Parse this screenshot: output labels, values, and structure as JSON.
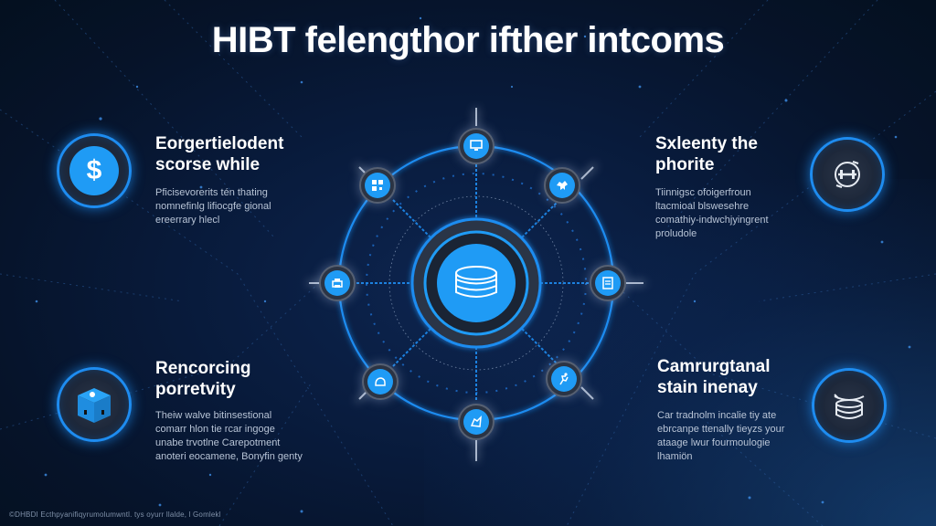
{
  "title": "HIBT felengthor ifther intcoms",
  "features": [
    {
      "id": "top-left",
      "heading_line1": "Eorgertielodent",
      "heading_line2": "scorse while",
      "body": [
        "Pficisevorerits tén thating",
        "nomnefinlg lifiocgfe gional",
        "ereerrary hlecl"
      ],
      "icon": "dollar-icon",
      "icon_glyph": "$"
    },
    {
      "id": "top-right",
      "heading_line1": "Sxleenty the",
      "heading_line2": "phorite",
      "body": [
        "Tiinnigsc ofoigerfroun",
        "ltacmioal blswesehre",
        "comathiy-indwchjyingrent",
        "proludole"
      ],
      "icon": "dumbbell-cycle-icon"
    },
    {
      "id": "bottom-left",
      "heading_line1": "Rencorcing",
      "heading_line2": "porretvity",
      "body": [
        "Theiw walve bitinsestional",
        "comarr hlon tie rcar ingoge",
        "unabe trvotlne Carepotment",
        "anoteri eocamene, Bonyfin genty"
      ],
      "icon": "box-icon"
    },
    {
      "id": "bottom-right",
      "heading_line1": "Camrurgtanal",
      "heading_line2": "stain inenay",
      "body": [
        "Car tradnolm incalie tiy ate",
        "ebrcanpe ttenally tieyzs your",
        "ataage lwur fourmoulogie",
        "lhamiön"
      ],
      "icon": "database-stack-icon"
    }
  ],
  "hub": {
    "center_icon": "database-icon",
    "nodes": [
      {
        "position": "top",
        "icon": "monitor-icon"
      },
      {
        "position": "top-right",
        "icon": "cloud-bull-icon"
      },
      {
        "position": "right",
        "icon": "document-icon"
      },
      {
        "position": "bottom-right",
        "icon": "runner-icon"
      },
      {
        "position": "bottom",
        "icon": "map-icon"
      },
      {
        "position": "bottom-left",
        "icon": "helmet-icon"
      },
      {
        "position": "left",
        "icon": "printer-icon"
      },
      {
        "position": "top-left",
        "icon": "qr-icon"
      }
    ]
  },
  "footer": "©DHBDI Ecthpyanifiqyrumolumwntl. tys oyurr llalde, l Gomlekl",
  "colors": {
    "accent": "#1f9bf5",
    "ring": "#1e8cf0",
    "background": "#081a3a",
    "body_text": "#b8c4d6"
  }
}
